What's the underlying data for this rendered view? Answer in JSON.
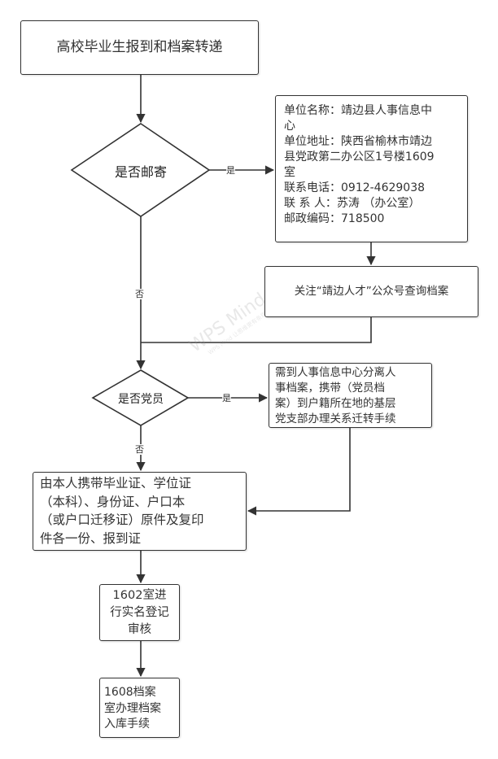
{
  "nodes": {
    "start": "高校毕业生报到和档案转递",
    "decision_mail": "是否邮寄",
    "address_info": {
      "lines": [
        "单位名称：靖边县人事信息中",
        "心",
        "单位地址：陕西省榆林市靖边",
        "县党政第二办公区1号楼1609",
        "室",
        "联系电话：0912-4629038",
        "联 系 人：苏涛 （办公室）",
        "邮政编码：718500"
      ]
    },
    "follow_wechat": "关注“靖边人才”公众号查询档案",
    "decision_party": "是否党员",
    "party_transfer": {
      "lines": [
        "需到人事信息中心分离人",
        "事档案，携带（党员档",
        "案）到户籍所在地的基层",
        "党支部办理关系迁转手续"
      ]
    },
    "bring_documents": {
      "lines": [
        "由本人携带毕业证、学位证",
        "（本科）、身份证、户口本",
        "（或户口迁移证）原件及复印",
        "件各一份、报到证"
      ]
    },
    "register_1602": {
      "lines": [
        "1602室进",
        "行实名登记",
        "审核"
      ]
    },
    "archive_1608": {
      "lines": [
        "1608档案",
        "室办理档案",
        "入库手续"
      ]
    }
  },
  "edge_labels": {
    "mail_yes": "是",
    "mail_no": "否",
    "party_yes": "是",
    "party_no": "否"
  },
  "watermark": {
    "brand": "WPS Mind",
    "sub": "WPS Mind 让思维更有条理"
  },
  "colors": {
    "stroke": "#333333",
    "fill": "#ffffff",
    "text": "#333333"
  }
}
